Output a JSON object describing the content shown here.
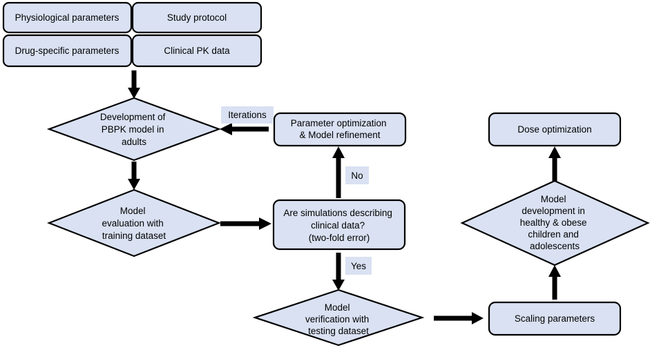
{
  "inputs": {
    "physiological": "Physiological parameters",
    "protocol": "Study protocol",
    "drug_specific": "Drug-specific parameters",
    "clinical_pk": "Clinical PK data"
  },
  "nodes": {
    "development": [
      "Development of",
      "PBPK model in",
      "adults"
    ],
    "evaluation": [
      "Model",
      "evaluation with",
      "training dataset"
    ],
    "simulations": [
      "Are simulations describing",
      "clinical data?",
      "(two-fold error)"
    ],
    "optimization": [
      "Parameter optimization",
      "& Model refinement"
    ],
    "verification": [
      "Model",
      "verification with",
      "testing dataset"
    ],
    "scaling": "Scaling parameters",
    "pediatric": [
      "Model",
      "development in",
      "healthy & obese",
      "children and",
      "adolescents"
    ],
    "dose": "Dose optimization"
  },
  "labels": {
    "iterations": "Iterations",
    "no": "No",
    "yes": "Yes"
  },
  "colors": {
    "fill": "#d9e1f2",
    "stroke": "#000000"
  }
}
